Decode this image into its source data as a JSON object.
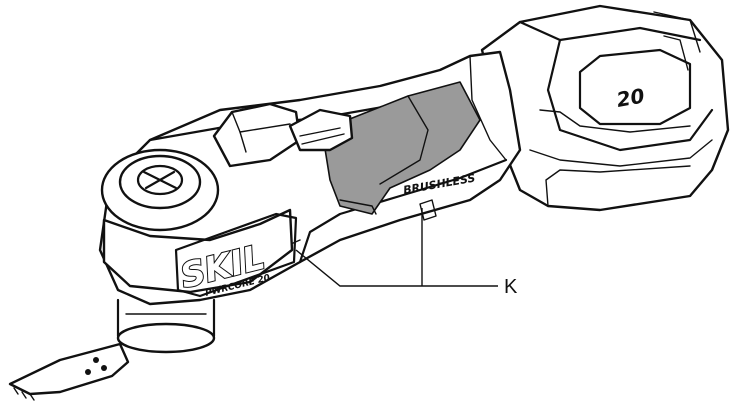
{
  "figure": {
    "callout_label": "K",
    "brand_logo": "SKIL",
    "series_text": "PWRCORE 20",
    "motor_label": "BRUSHLESS",
    "battery_label": "20",
    "colors": {
      "line": "#111111",
      "grip": "#9a9a9a",
      "background": "#ffffff"
    }
  }
}
